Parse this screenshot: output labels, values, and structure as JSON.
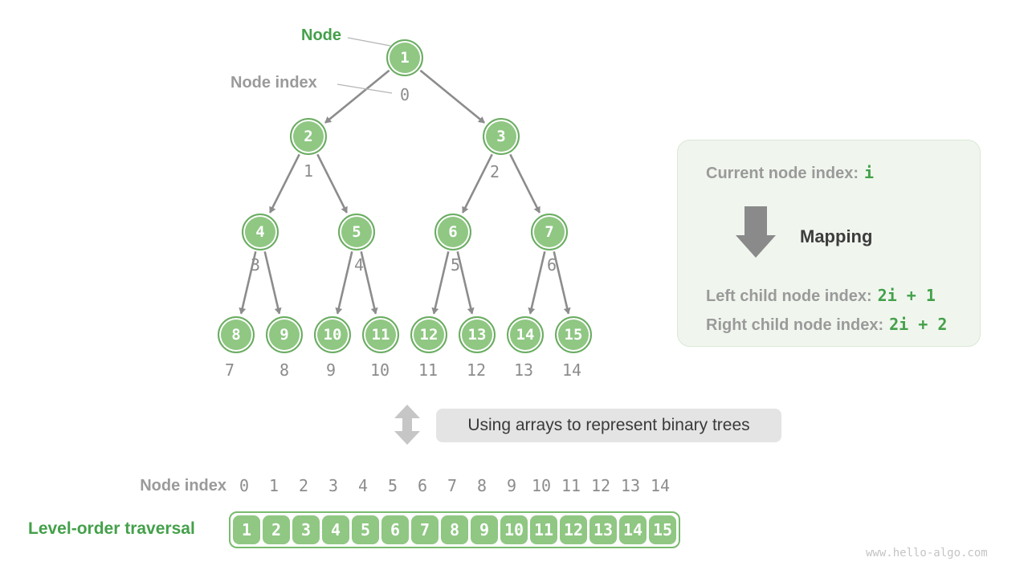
{
  "callouts": {
    "node_label": "Node",
    "node_index_label": "Node index"
  },
  "tree": {
    "nodes": [
      {
        "value": "1",
        "index": "0"
      },
      {
        "value": "2",
        "index": "1"
      },
      {
        "value": "3",
        "index": "2"
      },
      {
        "value": "4",
        "index": "3"
      },
      {
        "value": "5",
        "index": "4"
      },
      {
        "value": "6",
        "index": "5"
      },
      {
        "value": "7",
        "index": "6"
      },
      {
        "value": "8",
        "index": "7"
      },
      {
        "value": "9",
        "index": "8"
      },
      {
        "value": "10",
        "index": "9"
      },
      {
        "value": "11",
        "index": "10"
      },
      {
        "value": "12",
        "index": "11"
      },
      {
        "value": "13",
        "index": "12"
      },
      {
        "value": "14",
        "index": "13"
      },
      {
        "value": "15",
        "index": "14"
      }
    ]
  },
  "panel": {
    "line1_label": "Current node index:",
    "line1_value": "i",
    "arrow_icon": "down-arrow",
    "mapping_label": "Mapping",
    "line2_label": "Left child node index:",
    "line2_value": "2i + 1",
    "line3_label": "Right child node index:",
    "line3_value": "2i + 2"
  },
  "divider": {
    "label": "Using arrays to represent binary trees",
    "arrow_icon": "up-down-arrow"
  },
  "array_section": {
    "index_label": "Node index",
    "traversal_label": "Level-order traversal",
    "indices": [
      "0",
      "1",
      "2",
      "3",
      "4",
      "5",
      "6",
      "7",
      "8",
      "9",
      "10",
      "11",
      "12",
      "13",
      "14"
    ],
    "values": [
      "1",
      "2",
      "3",
      "4",
      "5",
      "6",
      "7",
      "8",
      "9",
      "10",
      "11",
      "12",
      "13",
      "14",
      "15"
    ]
  },
  "watermark": "www.hello-algo.com",
  "colors": {
    "node_fill": "#8FC783",
    "node_border": "#6BAC62",
    "green_text": "#44A04A",
    "gray_text": "#9A9A9A",
    "arrow_gray": "#8C8C8C",
    "panel_bg": "#F0F6EE",
    "pill_bg": "#E4E4E4"
  }
}
